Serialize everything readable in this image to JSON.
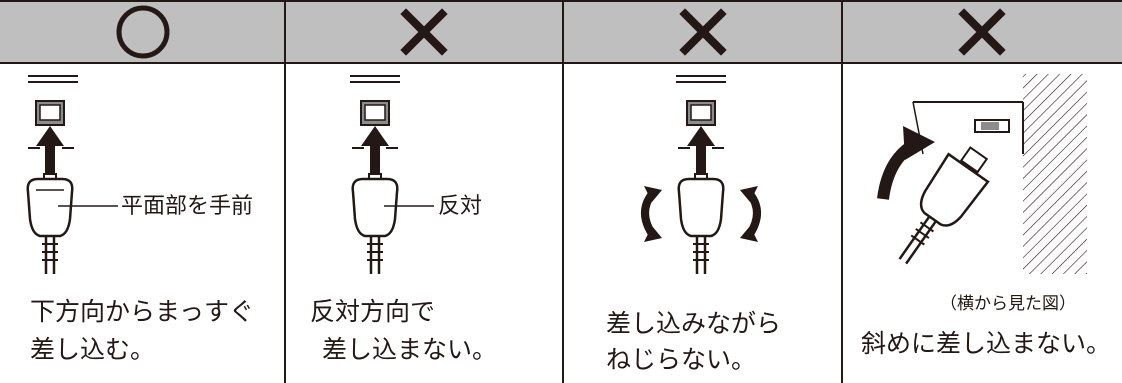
{
  "columns": [
    {
      "mark": "○",
      "mark_meaning": "correct",
      "caption_lines": [
        "下方向からまっすぐ",
        "差し込む。"
      ],
      "callout": "平面部を手前"
    },
    {
      "mark": "×",
      "mark_meaning": "incorrect",
      "caption_lines": [
        "反対方向で",
        "差し込まない。"
      ],
      "callout": "反対"
    },
    {
      "mark": "×",
      "mark_meaning": "incorrect",
      "caption_lines": [
        "差し込みながら",
        "ねじらない。"
      ]
    },
    {
      "mark": "×",
      "mark_meaning": "incorrect",
      "caption_lines": [
        "斜めに差し込まない。"
      ],
      "note": "（横から見た図）"
    }
  ],
  "colors": {
    "header_bg": "#bfbfbf",
    "line": "#231815",
    "socket_fill": "#8c8c8c"
  }
}
